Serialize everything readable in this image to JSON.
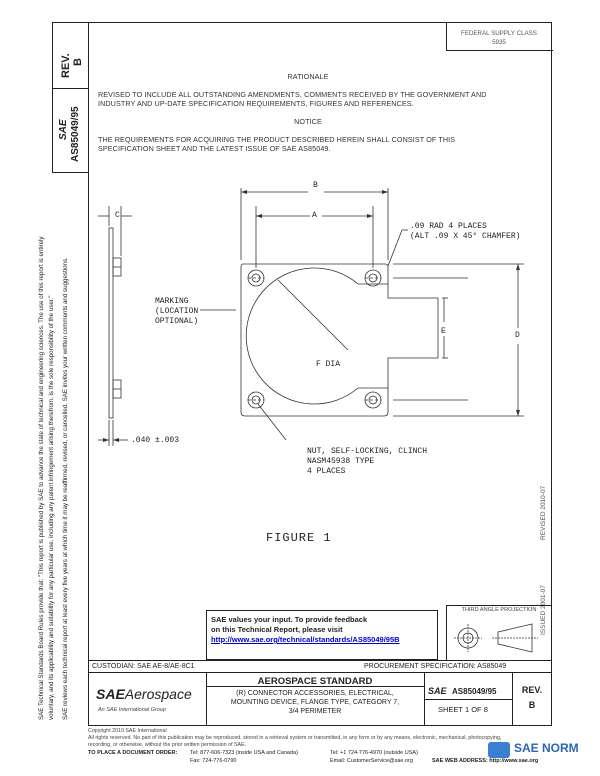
{
  "header": {
    "rev_label": "REV.",
    "rev_value": "B",
    "sae_label": "SAE",
    "doc_number": "AS85049/95",
    "fed_box_line1": "FEDERAL SUPPLY CLASS",
    "fed_box_line2": "5935"
  },
  "left_notes": {
    "line1": "SAE Technical Standards Board Rules provide that: \"This report is published by SAE to advance the state of technical and engineering sciences. The use of this report is entirely",
    "line2": "voluntary, and its applicability and suitability for any particular use, including any patent infringement arising therefrom, is the sole responsibility of the user.\"",
    "line3": "SAE reviews each technical report at least every five years at which time it may be reaffirmed, revised, or cancelled. SAE invites your written comments and suggestions."
  },
  "rationale": {
    "title": "RATIONALE",
    "line1": "REVISED TO INCLUDE ALL OUTSTANDING AMENDMENTS, COMMENTS RECEIVED BY THE GOVERNMENT AND",
    "line2": "INDUSTRY AND UP-DATE SPECIFICATION REQUIREMENTS, FIGURES AND REFERENCES."
  },
  "notice": {
    "title": "NOTICE",
    "line1": "THE REQUIREMENTS FOR ACQUIRING THE PRODUCT DESCRIBED HEREIN SHALL CONSIST OF THIS",
    "line2": "SPECIFICATION SHEET AND THE LATEST ISSUE OF SAE AS85049."
  },
  "drawing": {
    "dim_b": "B",
    "dim_a": "A",
    "dim_c": "C",
    "dim_e": "E",
    "dim_d": "D",
    "dim_f_dia": "F DIA",
    "corner_note1": ".09 RAD 4 PLACES",
    "corner_note2": "(ALT .09 X 45° CHAMFER)",
    "marking1": "MARKING",
    "marking2": "(LOCATION",
    "marking3": "OPTIONAL)",
    "thickness": ".040 ±.003",
    "nut1": "NUT, SELF-LOCKING, CLINCH",
    "nut2": "NASM45938 TYPE",
    "nut3": "4 PLACES",
    "figure_title": "FIGURE 1"
  },
  "side_notes": {
    "revised": "REVISED 2010-07",
    "issued": "ISSUED 2001-07"
  },
  "feedback": {
    "line1": "SAE values your input. To provide feedback",
    "line2": "on this Technical Report, please visit",
    "link": "http://www.sae.org/technical/standards/AS85049/95B"
  },
  "projection": {
    "title": "THIRD ANGLE PROJECTION"
  },
  "title_block": {
    "custodian": "CUSTODIAN: SAE AE-8/AE-8C1",
    "procurement": "PROCUREMENT SPECIFICATION: AS85049",
    "logo_sae": "SAE",
    "logo_aerospace": "Aerospace",
    "logo_sub": "An SAE International Group",
    "standard_title": "AEROSPACE STANDARD",
    "desc1": "(R) CONNECTOR ACCESSORIES, ELECTRICAL,",
    "desc2": "MOUNTING DEVICE, FLANGE TYPE, CATEGORY 7,",
    "desc3": "3/4 PERIMETER",
    "sae_small": "SAE",
    "doc_number": "AS85049/95",
    "sheet": "SHEET 1 OF 8",
    "rev_label": "REV.",
    "rev_value": "B"
  },
  "footer": {
    "copyright1": "Copyright 2010 SAE International",
    "copyright2": "All rights reserved. No part of this publication may be reproduced, stored in a retrieval system or transmitted, in any form or by any means, electronic, mechanical, photocopying,",
    "copyright3": "recording, or otherwise, without the prior written permission of SAE.",
    "order_label": "TO PLACE A DOCUMENT ORDER:",
    "tel1": "Tel: 877-606-7323 (inside USA and Canada)",
    "fax": "Fax: 724-776-0790",
    "tel2": "Tel: +1 724-776-4970 (outside USA)",
    "email": "Email: CustomerService@sae.org",
    "web": "SAE WEB ADDRESS: http://www.sae.org",
    "watermark": "SAE NORM"
  }
}
